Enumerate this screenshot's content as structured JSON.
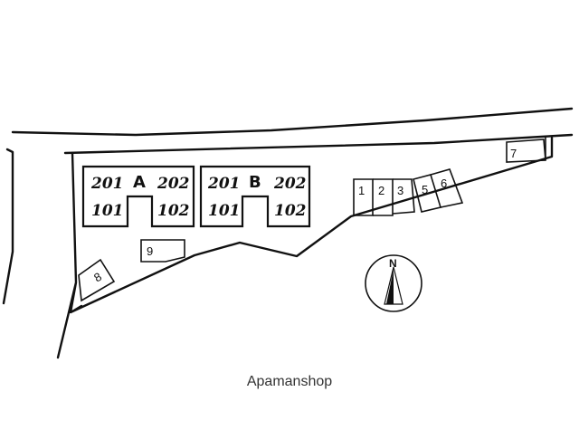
{
  "buildings": [
    {
      "letter": "A",
      "units": {
        "upper_left": "201",
        "upper_right": "202",
        "lower_left": "101",
        "lower_right": "102"
      }
    },
    {
      "letter": "B",
      "units": {
        "upper_left": "201",
        "upper_right": "202",
        "lower_left": "101",
        "lower_right": "102"
      }
    }
  ],
  "parking": [
    "1",
    "2",
    "3",
    "5",
    "6",
    "7",
    "8",
    "9"
  ],
  "compass": {
    "label": "N"
  },
  "credit": "Apamanshop"
}
